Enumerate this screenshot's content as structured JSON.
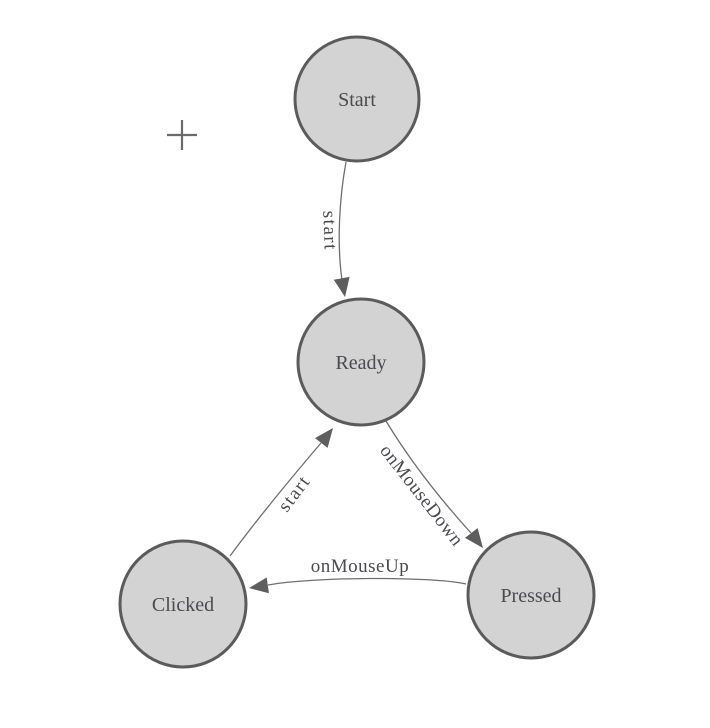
{
  "canvas": {
    "background": "#ffffff",
    "kind": "state-machine-diagram"
  },
  "colors": {
    "node_fill": "#d3d3d3",
    "node_stroke": "#5b5b5b",
    "edge_stroke": "#6f6f6f",
    "arrow_fill": "#5e5e5e",
    "label_text": "#4a4a4f",
    "crosshair": "#6a6a6a"
  },
  "icons": {
    "crosshair_cursor": "+"
  },
  "diagram": {
    "nodes": [
      {
        "id": "start",
        "label": "Start"
      },
      {
        "id": "ready",
        "label": "Ready"
      },
      {
        "id": "clicked",
        "label": "Clicked"
      },
      {
        "id": "pressed",
        "label": "Pressed"
      }
    ],
    "edges": [
      {
        "from": "start",
        "to": "ready",
        "label": "start"
      },
      {
        "from": "clicked",
        "to": "ready",
        "label": "start"
      },
      {
        "from": "ready",
        "to": "pressed",
        "label": "onMouseDown"
      },
      {
        "from": "pressed",
        "to": "clicked",
        "label": "onMouseUp"
      }
    ]
  }
}
